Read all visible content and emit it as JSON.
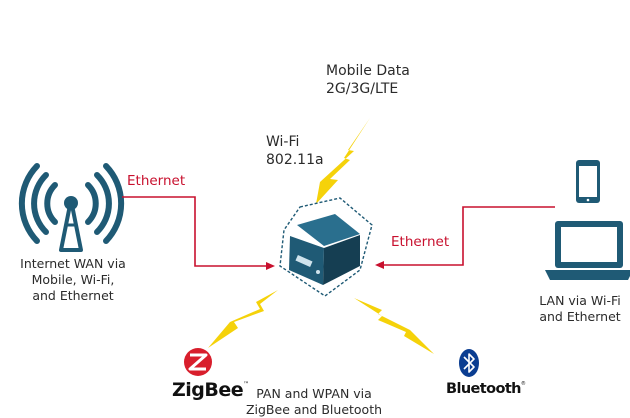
{
  "colors": {
    "accent_red": "#c8102e",
    "device_teal": "#1f5a75",
    "device_teal_dark": "#153e52",
    "lightning_yellow": "#f5d20a",
    "zigbee_red": "#d81e2c",
    "bluetooth_blue": "#0a3d91",
    "text": "#2b2b2b"
  },
  "labels": {
    "mobile_data_line1": "Mobile Data",
    "mobile_data_line2": "2G/3G/LTE",
    "wifi_line1": "Wi-Fi",
    "wifi_line2": "802.11a",
    "ethernet_left": "Ethernet",
    "ethernet_right": "Ethernet",
    "wan_line1": "Internet WAN via",
    "wan_line2": "Mobile, Wi-Fi,",
    "wan_line3": "and Ethernet",
    "lan_line1": "LAN via Wi-Fi",
    "lan_line2": "and Ethernet",
    "pan_line1": "PAN and WPAN via",
    "pan_line2": "ZigBee and Bluetooth"
  },
  "logos": {
    "zigbee": "ZigBee",
    "zigbee_tm": "™",
    "bluetooth": "Bluetooth",
    "bluetooth_tm": "®"
  },
  "icons": {
    "antenna": "broadcast-antenna-icon",
    "router": "router-device-icon",
    "phone": "smartphone-icon",
    "laptop": "laptop-icon",
    "zigbee": "zigbee-logo-icon",
    "bluetooth": "bluetooth-logo-icon"
  }
}
